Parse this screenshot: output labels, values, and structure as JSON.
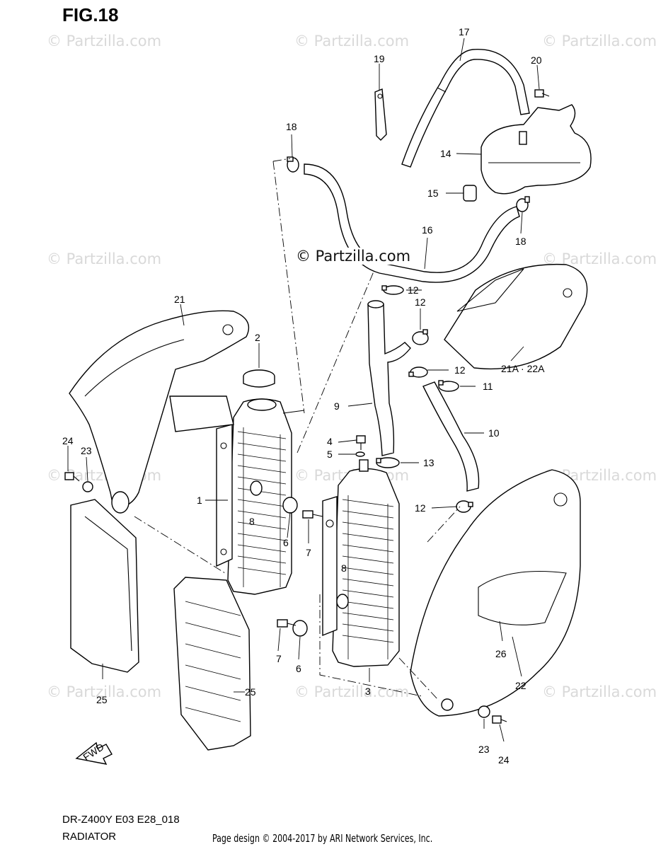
{
  "figure": {
    "title": "FIG.18",
    "model_code": "DR-Z400Y E03 E28_018",
    "caption": "RADIATOR",
    "page_credit": "Page design © 2004-2017 by ARI Network Services, Inc.",
    "center_watermark": "© Partzilla.com",
    "watermark_text": "© Partzilla.com",
    "fwd_label": "FWD"
  },
  "callouts": {
    "c1": "1",
    "c2": "2",
    "c3": "3",
    "c4": "4",
    "c5": "5",
    "c6a": "6",
    "c6b": "6",
    "c7a": "7",
    "c7b": "7",
    "c8a": "8",
    "c8b": "8",
    "c9": "9",
    "c10": "10",
    "c11": "11",
    "c12a": "12",
    "c12b": "12",
    "c12c": "12",
    "c12d": "12",
    "c13": "13",
    "c14": "14",
    "c15": "15",
    "c16": "16",
    "c17": "17",
    "c18a": "18",
    "c18b": "18",
    "c19": "19",
    "c20": "20",
    "c21": "21",
    "c21a22a": "21A · 22A",
    "c22": "22",
    "c23a": "23",
    "c23b": "23",
    "c24a": "24",
    "c24b": "24",
    "c25a": "25",
    "c25b": "25",
    "c26": "26"
  },
  "colors": {
    "line": "#000000",
    "watermark": "#d9d9d9",
    "background": "#ffffff"
  }
}
